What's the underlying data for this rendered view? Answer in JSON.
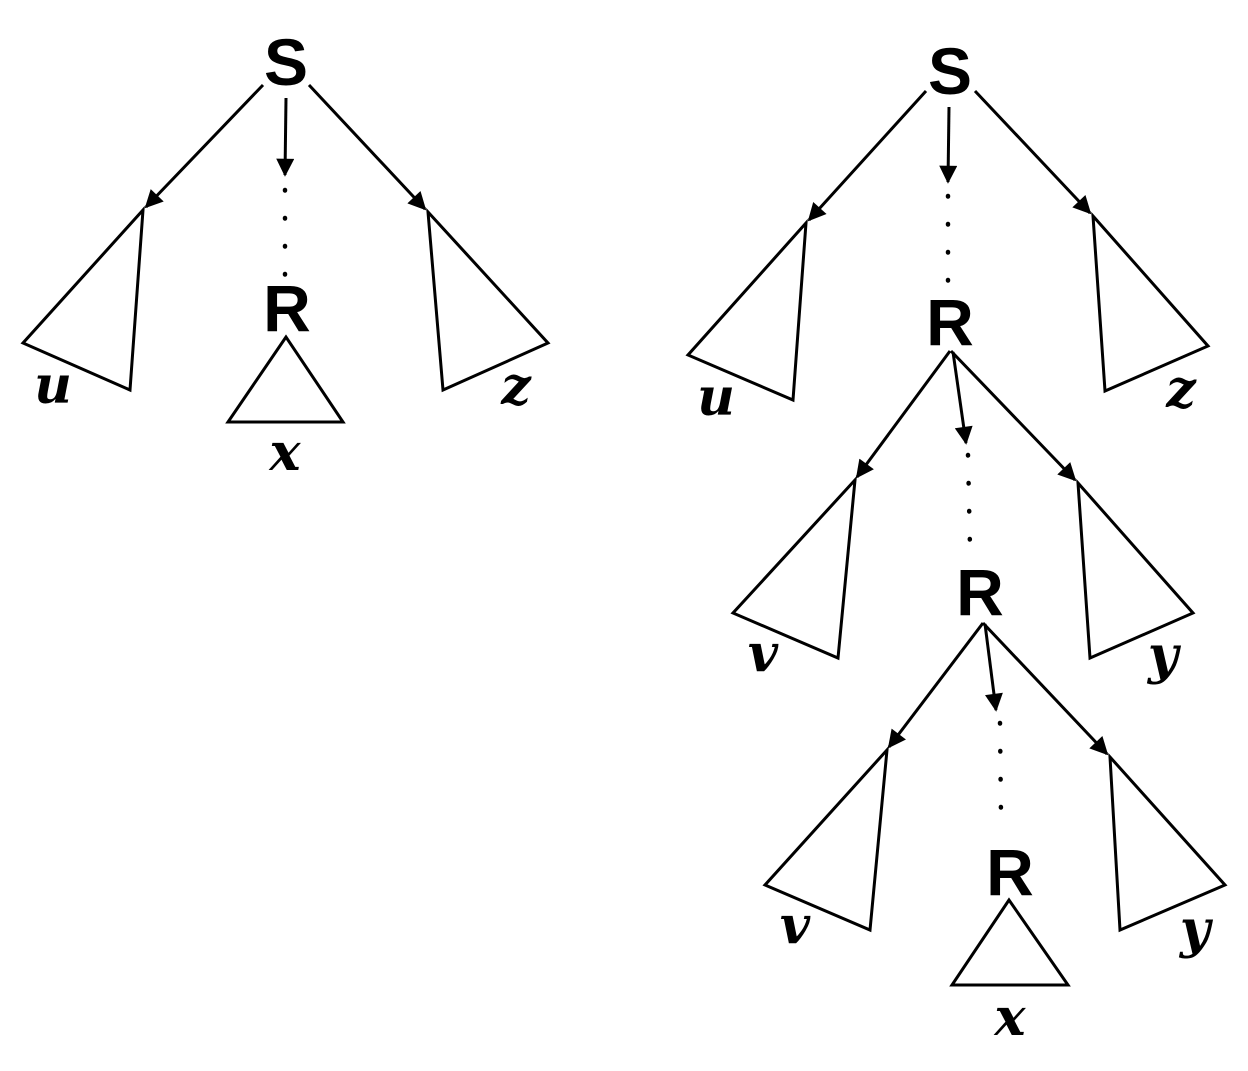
{
  "colors": {
    "ink": "#000000",
    "background": "#ffffff"
  },
  "left_tree": {
    "root_label": "S",
    "inner_node_label": "R",
    "left_leaf_label": "u",
    "center_leaf_label": "x",
    "right_leaf_label": "z"
  },
  "right_tree": {
    "root_label": "S",
    "level1_node_label": "R",
    "level2_node_label": "R",
    "level3_node_label": "R",
    "level1_left_leaf_label": "u",
    "level1_right_leaf_label": "z",
    "level2_left_leaf_label": "v",
    "level2_right_leaf_label": "y",
    "level3_left_leaf_label": "v",
    "level3_right_leaf_label": "y",
    "center_leaf_label": "x"
  }
}
